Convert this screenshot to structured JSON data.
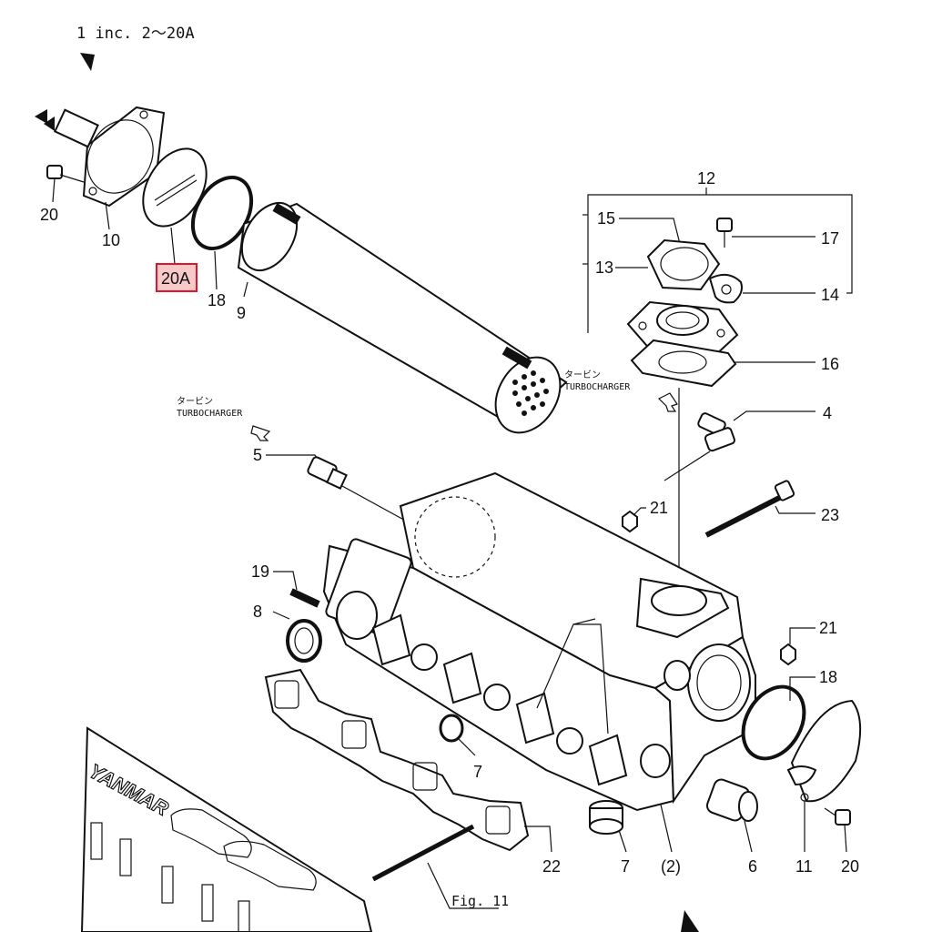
{
  "header": {
    "text": "1 inc. 2〜20A"
  },
  "figure_ref": "Fig. 11",
  "highlight": {
    "label": "20A",
    "fill": "#f7c9c9",
    "border": "#e0142b"
  },
  "turbo_labels": [
    {
      "jp": "タービン",
      "en": "TURBOCHARGER"
    },
    {
      "jp": "タービン",
      "en": "TURBOCHARGER"
    }
  ],
  "callouts": {
    "c20_top": "20",
    "c10": "10",
    "c18_top": "18",
    "c9": "9",
    "c12": "12",
    "c15": "15",
    "c13": "13",
    "c17": "17",
    "c14": "14",
    "c16": "16",
    "c4": "4",
    "c5": "5",
    "c21_top": "21",
    "c23": "23",
    "c19": "19",
    "c8": "8",
    "c21_mid": "21",
    "c18_right": "18",
    "c7_mid": "7",
    "c22": "22",
    "c7_bot": "7",
    "c2": "(2)",
    "c6": "6",
    "c11": "11",
    "c20_bot": "20"
  },
  "brand_text": "YANMAR"
}
